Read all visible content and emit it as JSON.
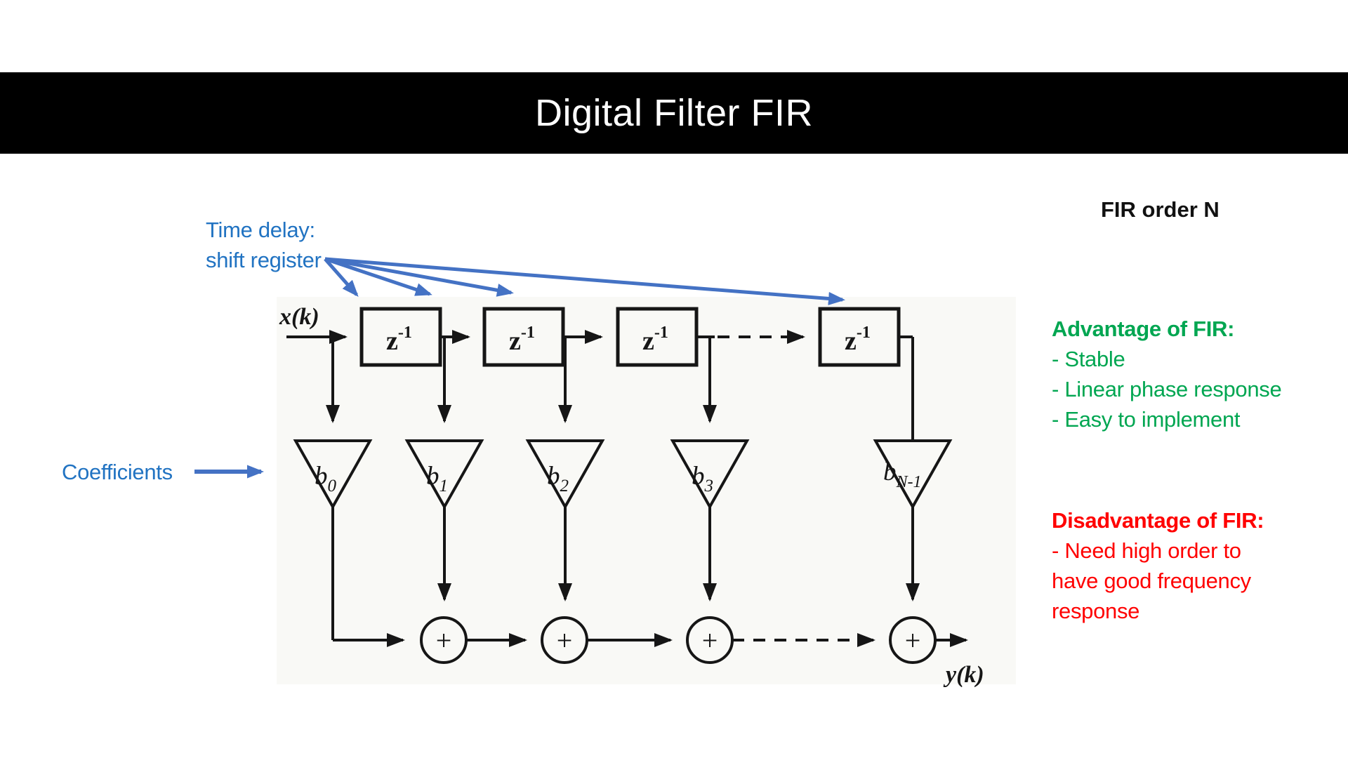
{
  "title": "Digital Filter FIR",
  "annotations": {
    "time_delay_line1": "Time delay:",
    "time_delay_line2": "shift register",
    "coefficients": "Coefficients"
  },
  "sidebar": {
    "order_note": "FIR order N",
    "advantage": {
      "heading": "Advantage of FIR:",
      "items": [
        "- Stable",
        "- Linear phase response",
        "- Easy to implement"
      ]
    },
    "disadvantage": {
      "heading": "Disadvantage of FIR:",
      "lines": [
        "- Need high order to",
        "have good frequency",
        "response"
      ]
    }
  },
  "diagram": {
    "input_label": "x(k)",
    "output_label": "y(k)",
    "delay_base": "z",
    "delay_sup": "-1",
    "sum_label": "+",
    "coeff_base": "b",
    "coeff_subs": [
      "0",
      "1",
      "2",
      "3",
      "N-1"
    ]
  },
  "colors": {
    "title_bar": "#000000",
    "title_text": "#ffffff",
    "annotation_blue": "#2173c2",
    "arrow_blue": "#4472c4",
    "advantage_green": "#00a651",
    "disadvantage_red": "#ff0000",
    "diagram_ink": "#161616",
    "scan_background": "#f9f9f6"
  }
}
